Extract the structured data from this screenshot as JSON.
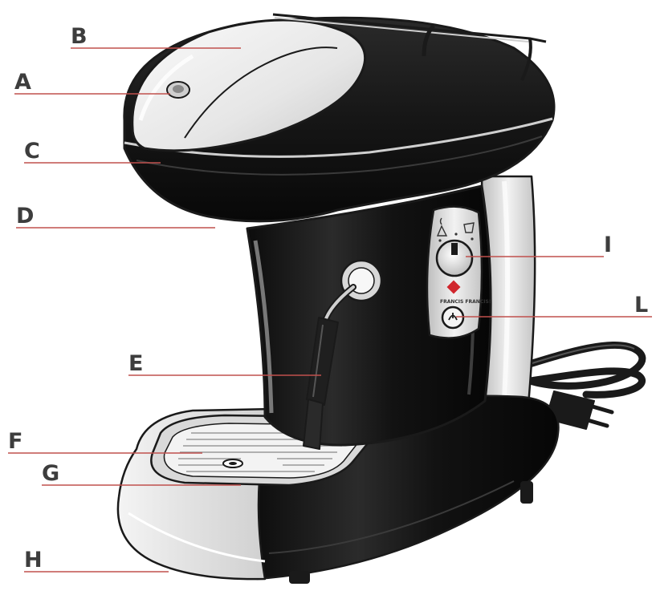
{
  "figure": {
    "callouts": [
      {
        "id": "A",
        "letter": "A"
      },
      {
        "id": "B",
        "letter": "B"
      },
      {
        "id": "C",
        "letter": "C"
      },
      {
        "id": "D",
        "letter": "D"
      },
      {
        "id": "E",
        "letter": "E"
      },
      {
        "id": "F",
        "letter": "F"
      },
      {
        "id": "G",
        "letter": "G"
      },
      {
        "id": "H",
        "letter": "H"
      },
      {
        "id": "I",
        "letter": "I"
      },
      {
        "id": "L",
        "letter": "L"
      }
    ],
    "brand_label": "FRANCIS FRANCIS!",
    "colors": {
      "leader_line": "#c0504d",
      "body_black": "#151515",
      "panel_silver": "#e3e3e3",
      "logo_red": "#d0262d",
      "letter_gray": "#3d3d3d"
    }
  }
}
